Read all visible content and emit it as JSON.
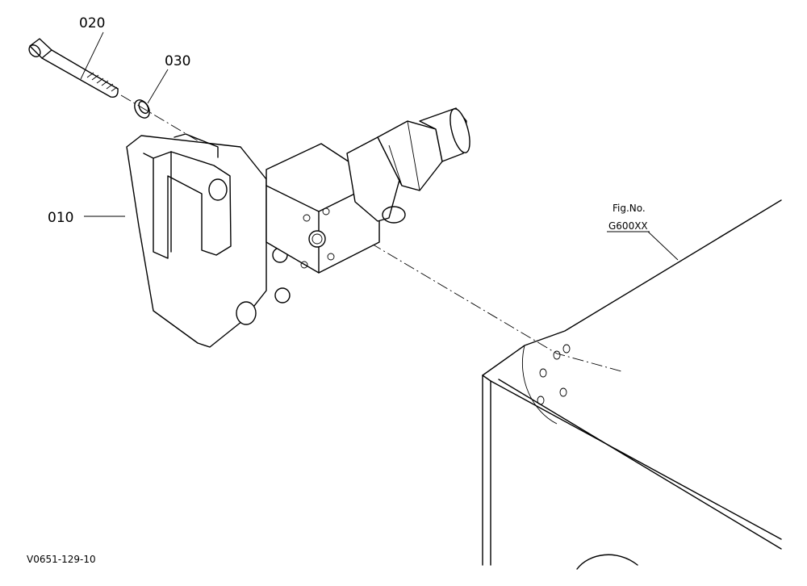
{
  "callouts": {
    "part_020": "020",
    "part_030": "030",
    "part_010": "010"
  },
  "figure_ref": {
    "line1": "Fig.No.",
    "line2": "G600XX"
  },
  "drawing_id": "V0651-129-10"
}
